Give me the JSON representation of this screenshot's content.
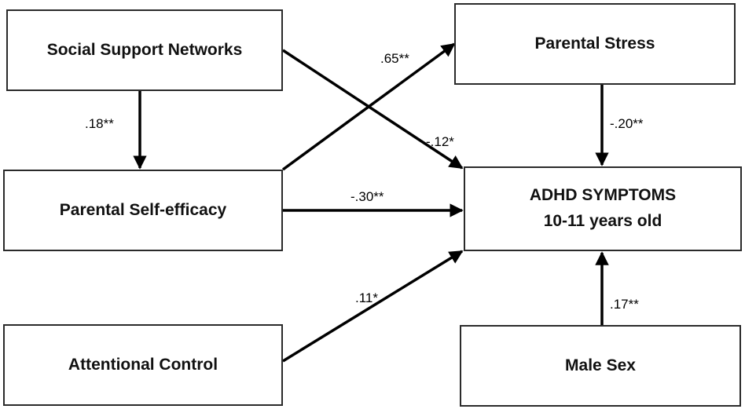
{
  "boxes": {
    "social_support": {
      "label": "Social Support Networks"
    },
    "self_efficacy": {
      "label": "Parental Self-efficacy"
    },
    "attentional_control": {
      "label": "Attentional Control"
    },
    "parental_stress": {
      "label": "Parental Stress"
    },
    "adhd": {
      "line1": "ADHD SYMPTOMS",
      "line2": "10-11 years old"
    },
    "male_sex": {
      "label": "Male Sex"
    }
  },
  "paths": {
    "social_to_selfeff": ".18**",
    "selfeff_to_stress": ".65**",
    "social_to_adhd": "-.12*",
    "stress_to_adhd": "-.20**",
    "selfeff_to_adhd": "-.30**",
    "attn_to_adhd": ".11*",
    "male_to_adhd": ".17**"
  }
}
